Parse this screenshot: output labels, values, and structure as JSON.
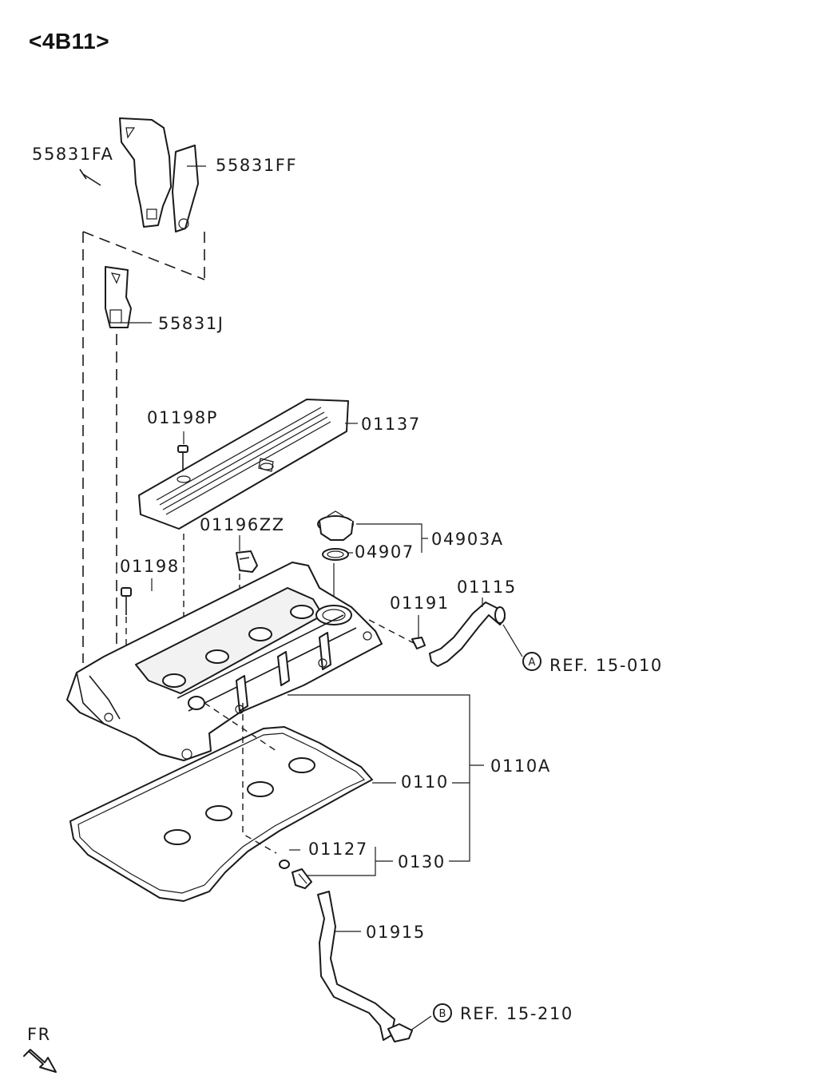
{
  "diagram": {
    "model": "<4B11>",
    "orientation_label": "FR",
    "parts": {
      "bracket_fa": "55831FA",
      "bracket_ff": "55831FF",
      "bracket_j": "55831J",
      "cover_bolt_p": "01198P",
      "ornament_cover": "01137",
      "clip_zz": "01196ZZ",
      "oil_cap_assy": "04903A",
      "oil_cap_gasket": "04907",
      "cover_bolt": "01198",
      "hose_clip": "01191",
      "breather_hose": "01115",
      "rocker_cover_assy": "0110A",
      "rocker_cover_gasket": "0110",
      "pcv_gasket": "01127",
      "pcv_valve": "0130",
      "pcv_hose": "01915"
    },
    "references": [
      {
        "marker": "A",
        "text": "REF. 15-010"
      },
      {
        "marker": "B",
        "text": "REF. 15-210"
      }
    ]
  }
}
